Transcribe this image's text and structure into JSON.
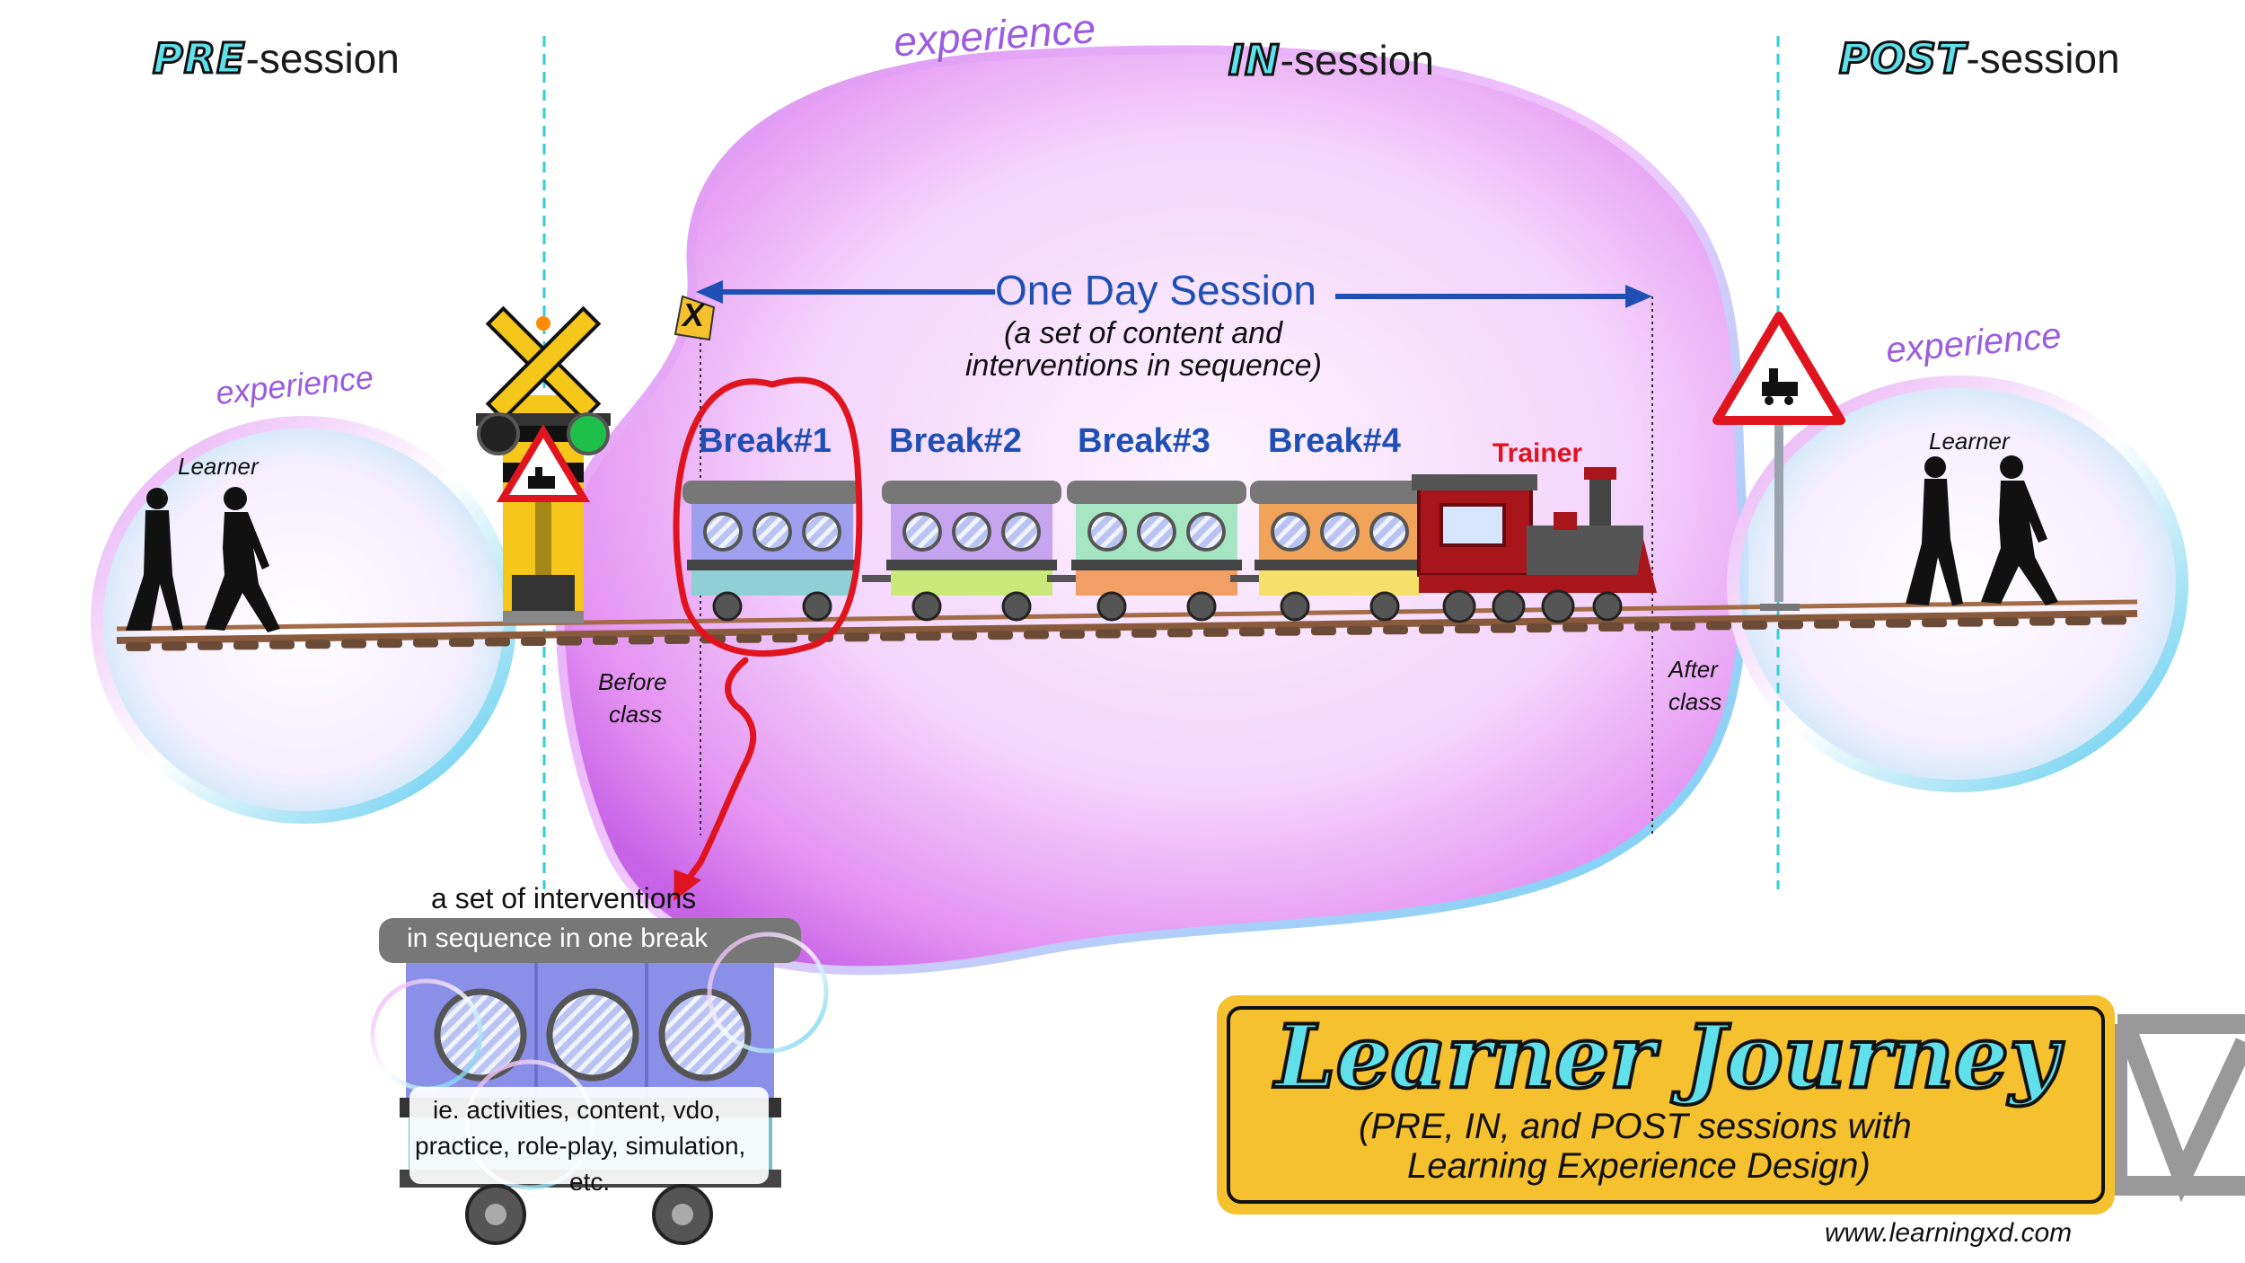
{
  "phases": {
    "pre": {
      "emphasis": "PRE",
      "rest": "-session"
    },
    "in": {
      "emphasis": "IN",
      "rest": "-session"
    },
    "post": {
      "emphasis": "POST",
      "rest": "-session"
    }
  },
  "experience_labels": {
    "pre": "experience",
    "in": "experience",
    "post": "experience"
  },
  "learner_labels": {
    "pre": "Learner",
    "post": "Learner"
  },
  "session": {
    "title": "One Day Session",
    "subtitle_line1": "(a set of content and",
    "subtitle_line2": "interventions in sequence)",
    "start_marker": "X"
  },
  "breaks": [
    "Break#1",
    "Break#2",
    "Break#3",
    "Break#4"
  ],
  "trainer_label": "Trainer",
  "before_class": {
    "line1": "Before",
    "line2": "class"
  },
  "after_class": {
    "line1": "After",
    "line2": "class"
  },
  "detail_car": {
    "heading_line1": "a set of interventions",
    "heading_line2": "in sequence in one break",
    "examples_line1": "ie. activities, content, vdo,",
    "examples_line2": "practice, role-play, simulation,",
    "examples_line3": "etc."
  },
  "card": {
    "title": "Learner Journey",
    "subtitle_line1": "(PRE, IN, and POST sessions with",
    "subtitle_line2": "Learning Experience Design)"
  },
  "website": "www.learningxd.com",
  "colors": {
    "session_blue": "#1f4fb5",
    "highlight_red": "#e0141e",
    "card_yellow": "#f5c12e",
    "phase_cyan": "#5fe0ea",
    "experience_purple": "#9b5ce0"
  },
  "icons": [
    "railroad-crossing-icon",
    "train-warning-sign-icon",
    "walking-people-icon",
    "steam-locomotive-icon",
    "logo-icon"
  ]
}
